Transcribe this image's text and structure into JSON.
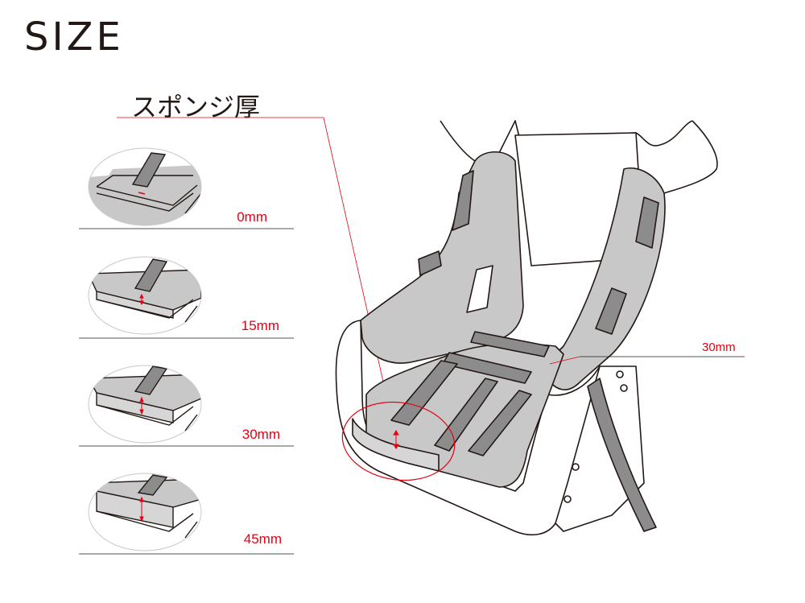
{
  "title": "SIZE",
  "subtitle": "スポンジ厚",
  "thickness_options": [
    {
      "label": "0mm"
    },
    {
      "label": "15mm"
    },
    {
      "label": "30mm"
    },
    {
      "label": "45mm"
    }
  ],
  "seat_callout": {
    "label": "30mm"
  },
  "colors": {
    "accent": "#e60012",
    "ink": "#231815",
    "foam": "#c8c8c8",
    "foam_dark": "#8c8c8c",
    "shell": "#ffffff"
  }
}
